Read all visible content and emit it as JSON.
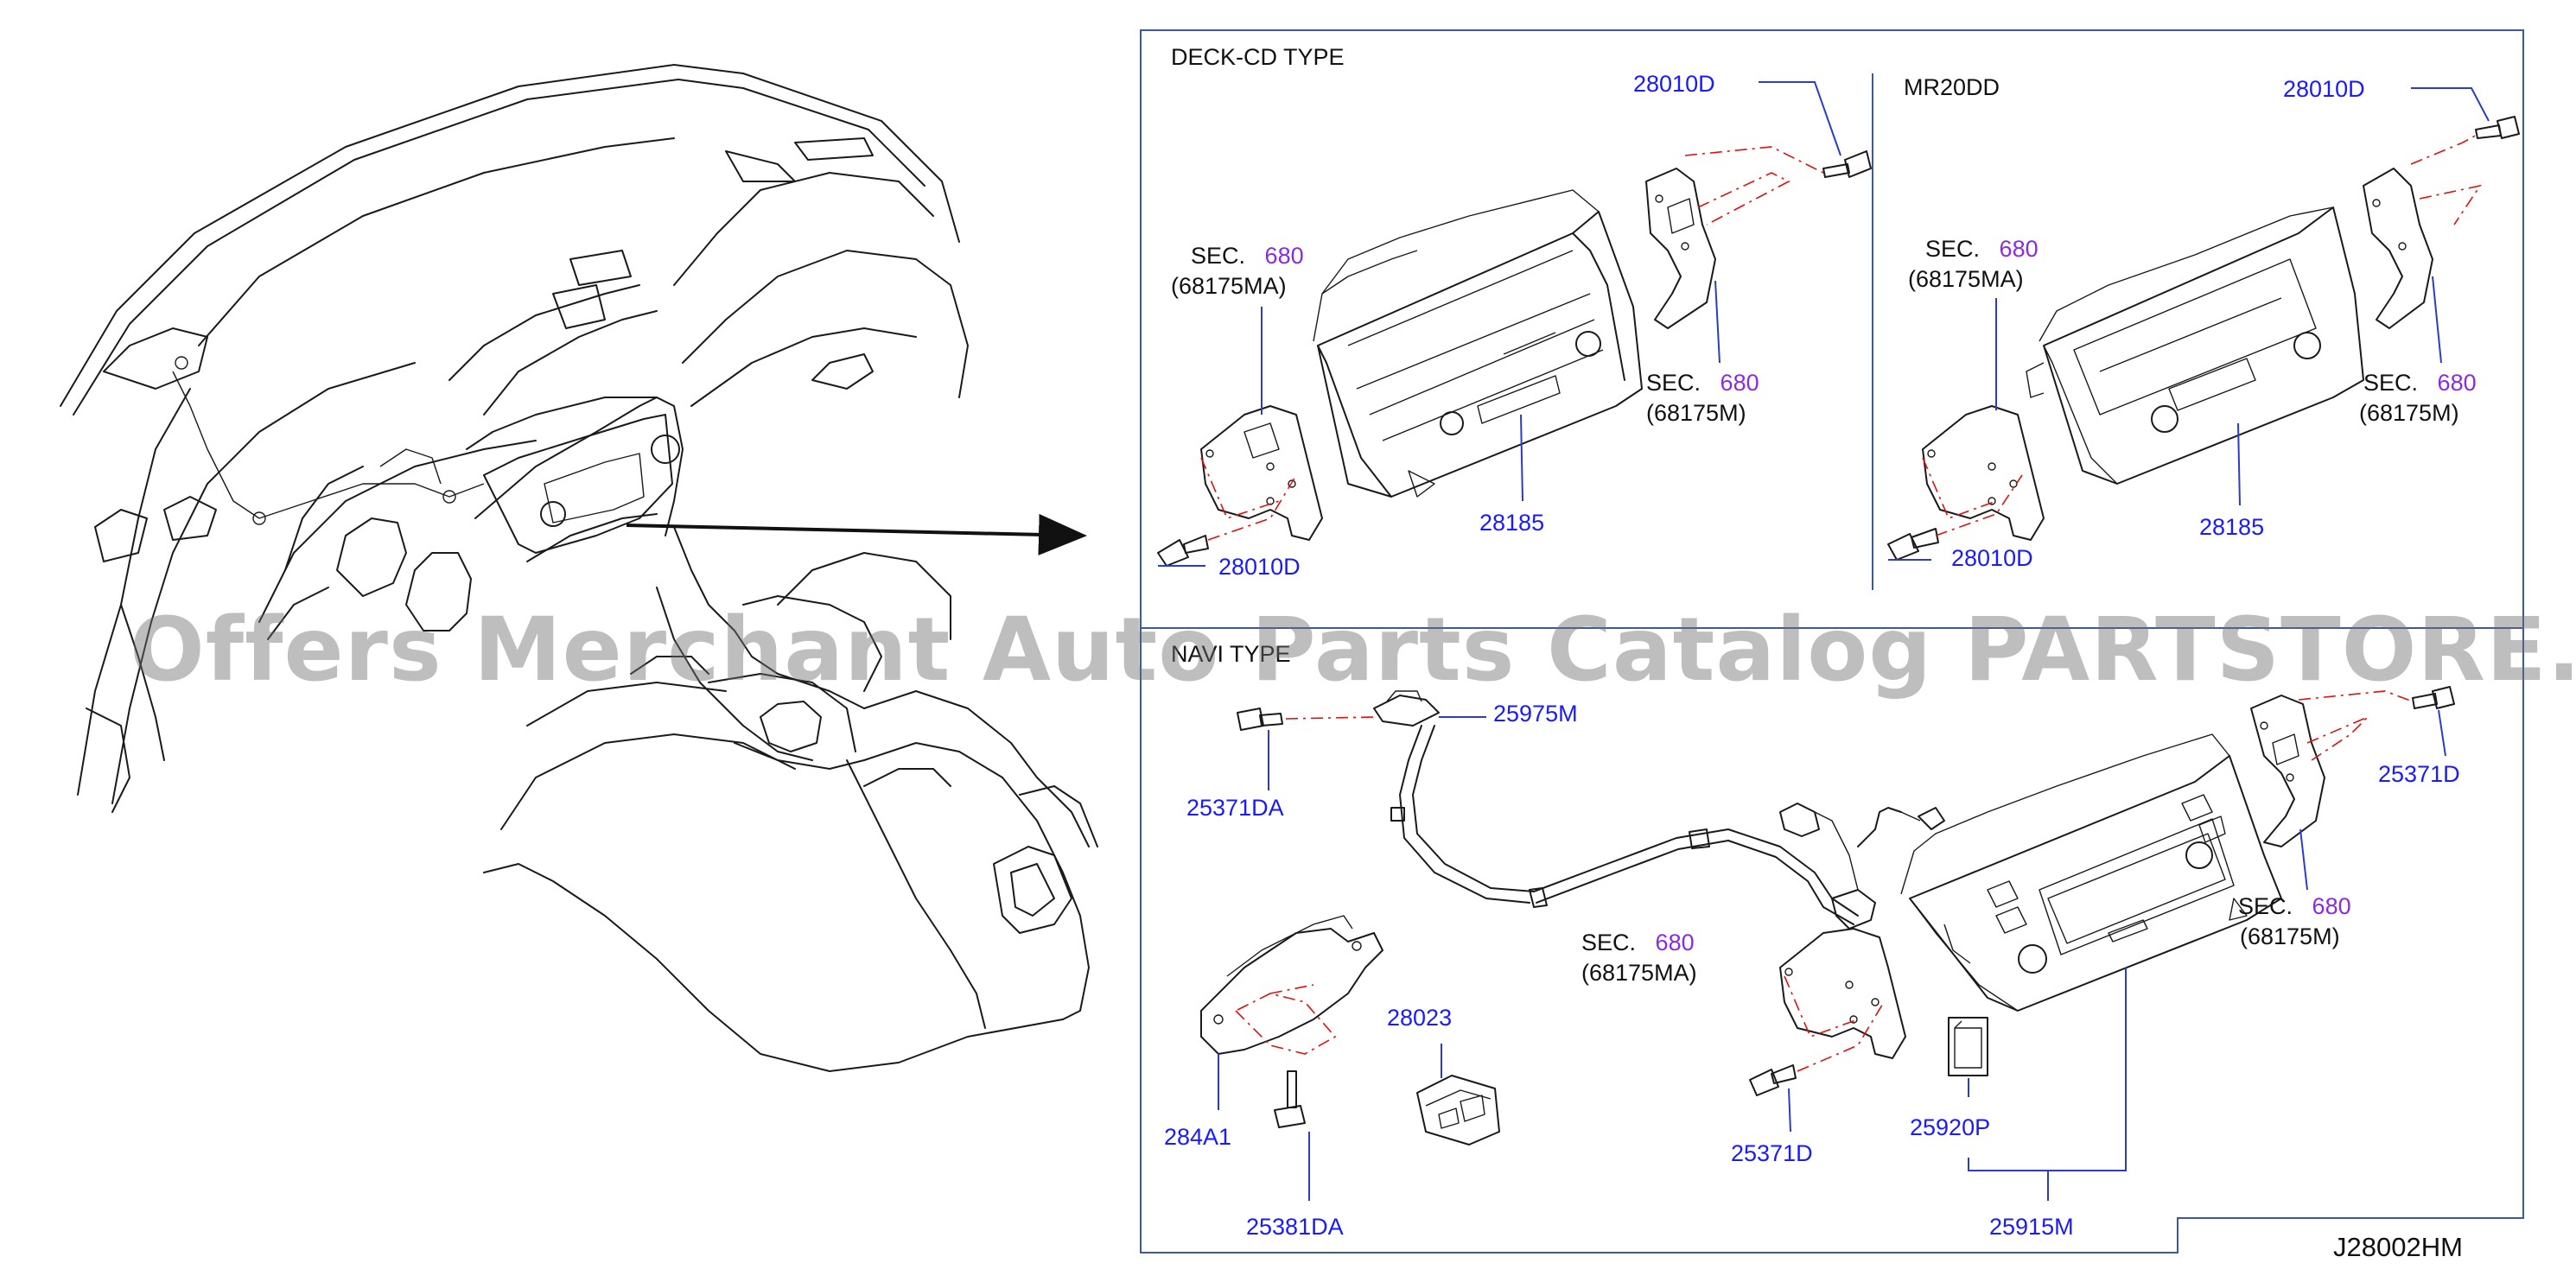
{
  "colors": {
    "part_number": "#1a1aff",
    "section_number": "#8a2be2",
    "line_art": "#1a1a1a",
    "frame": "#3a5a9a",
    "dash": "#e01010"
  },
  "panels": {
    "deck_cd": {
      "title": "DECK-CD   TYPE",
      "labels": {
        "bolt_top": "28010D",
        "sec_left_text": "SEC.",
        "sec_left_num": "680",
        "sec_left_code": "(68175MA)",
        "sec_right_text": "SEC.",
        "sec_right_num": "680",
        "sec_right_code": "(68175M)",
        "unit": "28185",
        "bolt_bottom": "28010D"
      }
    },
    "mr20dd": {
      "title": "MR20DD",
      "labels": {
        "bolt_top": "28010D",
        "sec_left_text": "SEC.",
        "sec_left_num": "680",
        "sec_left_code": "(68175MA)",
        "sec_right_text": "SEC.",
        "sec_right_num": "680",
        "sec_right_code": "(68175M)",
        "unit": "28185",
        "bolt_bottom": "28010D"
      }
    },
    "navi": {
      "title": "NAVI TYPE",
      "labels": {
        "antenna": "25975M",
        "screw_left": "25371DA",
        "bolt_right": "25371D",
        "sec_right_text": "SEC.",
        "sec_right_num": "680",
        "sec_right_code": "(68175M)",
        "sec_mid_text": "SEC.",
        "sec_mid_num": "680",
        "sec_mid_code": "(68175MA)",
        "usb": "28023",
        "module": "284A1",
        "screw_module": "25381DA",
        "bolt_mid": "25371D",
        "sd_card": "25920P",
        "unit_assy": "25915M"
      }
    }
  },
  "diagram_code": "J28002HM",
  "watermark": "Offers Merchant Auto Parts Catalog PARTSTORE.SA"
}
